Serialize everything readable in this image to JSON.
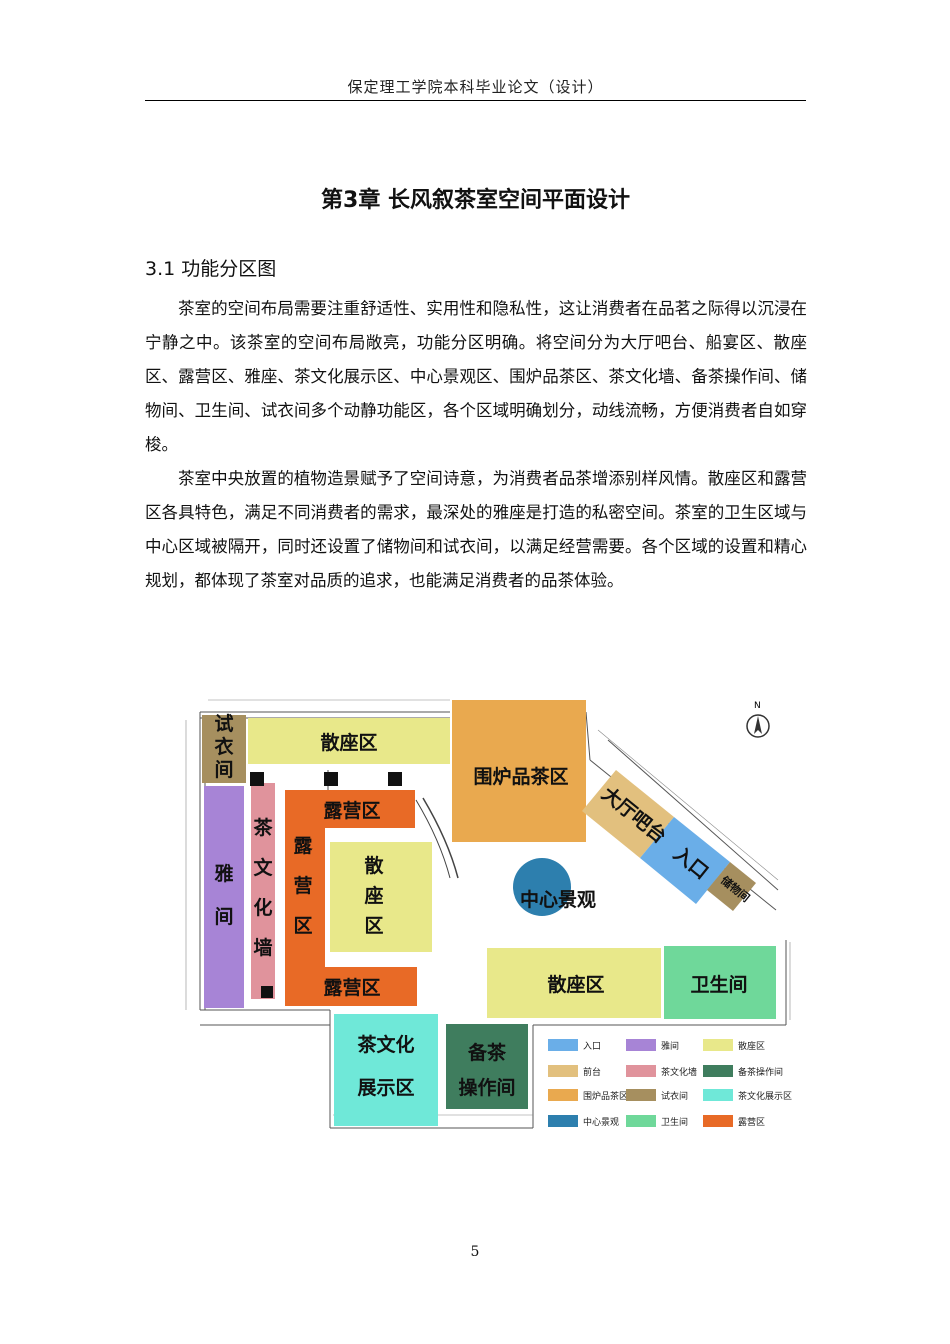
{
  "header": {
    "text": "保定理工学院本科毕业论文（设计）"
  },
  "chapter_title": "第3章  长风叙茶室空间平面设计",
  "section_title": "3.1  功能分区图",
  "paragraphs": [
    "茶室的空间布局需要注重舒适性、实用性和隐私性，这让消费者在品茗之际得以沉浸在宁静之中。该茶室的空间布局敞亮，功能分区明确。将空间分为大厅吧台、船宴区、散座区、露营区、雅座、茶文化展示区、中心景观区、围炉品茶区、茶文化墙、备茶操作间、储物间、卫生间、试衣间多个动静功能区，各个区域明确划分，动线流畅，方便消费者自如穿梭。",
    "茶室中央放置的植物造景赋予了空间诗意，为消费者品茶增添别样风情。散座区和露营区各具特色，满足不同消费者的需求，最深处的雅座是打造的私密空间。茶室的卫生区域与中心区域被隔开，同时还设置了储物间和试衣间，以满足经营需要。各个区域的设置和精心规划，都体现了茶室对品质的追求，也能满足消费者的品茶体验。"
  ],
  "floor_plan": {
    "north_label": "N",
    "zones": {
      "fitting_room": "试衣间",
      "scatter_top": "散座区",
      "stove_tea": "围炉品茶区",
      "hall_bar": "大厅吧台",
      "entrance": "入口",
      "storage": "储物间",
      "elegant_room": "雅间",
      "culture_wall": "茶文化墙",
      "camp_top": "露营区",
      "camp_side": "露营区",
      "camp_bottom": "露营区",
      "scatter_center": "散座区",
      "center_landscape": "中心景观",
      "scatter_bottom": "散座区",
      "restroom": "卫生间",
      "culture_display": "茶文化展示区",
      "prep_room": "备茶操作间"
    },
    "colors": {
      "entrance": "#6aaee8",
      "elegant": "#a784d6",
      "scatter": "#e8e88a",
      "bar": "#e2c07e",
      "wall": "#e0939c",
      "prep": "#3f7d5e",
      "stove": "#e9a94f",
      "fitting": "#a68f5f",
      "display": "#6fe8d8",
      "landscape": "#2d7fae",
      "restroom": "#6fd89a",
      "camp": "#e86a26"
    },
    "legend": [
      {
        "label": "入口",
        "color": "#6aaee8"
      },
      {
        "label": "雅间",
        "color": "#a784d6"
      },
      {
        "label": "散座区",
        "color": "#e8e88a"
      },
      {
        "label": "前台",
        "color": "#e2c07e"
      },
      {
        "label": "茶文化墙",
        "color": "#e0939c"
      },
      {
        "label": "备茶操作间",
        "color": "#3f7d5e"
      },
      {
        "label": "围炉品茶区",
        "color": "#e9a94f"
      },
      {
        "label": "试衣间",
        "color": "#a68f5f"
      },
      {
        "label": "茶文化展示区",
        "color": "#6fe8d8"
      },
      {
        "label": "中心景观",
        "color": "#2d7fae"
      },
      {
        "label": "卫生间",
        "color": "#6fd89a"
      },
      {
        "label": "露营区",
        "color": "#e86a26"
      }
    ]
  },
  "page_number": "5"
}
